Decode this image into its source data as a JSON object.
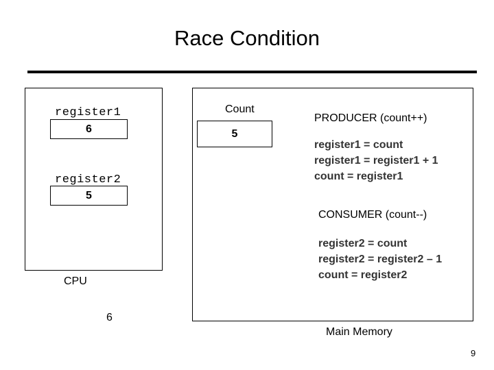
{
  "title": "Race Condition",
  "cpu": {
    "label": "CPU",
    "register1": {
      "label": "register1",
      "value": "6"
    },
    "register2": {
      "label": "register2",
      "value": "5"
    },
    "note_value": "6"
  },
  "memory": {
    "label": "Main Memory",
    "count": {
      "label": "Count",
      "value": "5"
    },
    "producer": {
      "heading": "PRODUCER (count++)",
      "lines": [
        "register1 = count",
        "register1 = register1 + 1",
        "count = register1"
      ]
    },
    "consumer": {
      "heading": "CONSUMER (count--)",
      "lines": [
        "register2 = count",
        "register2 = register2 – 1",
        "count = register2"
      ]
    }
  },
  "page_number": "9"
}
